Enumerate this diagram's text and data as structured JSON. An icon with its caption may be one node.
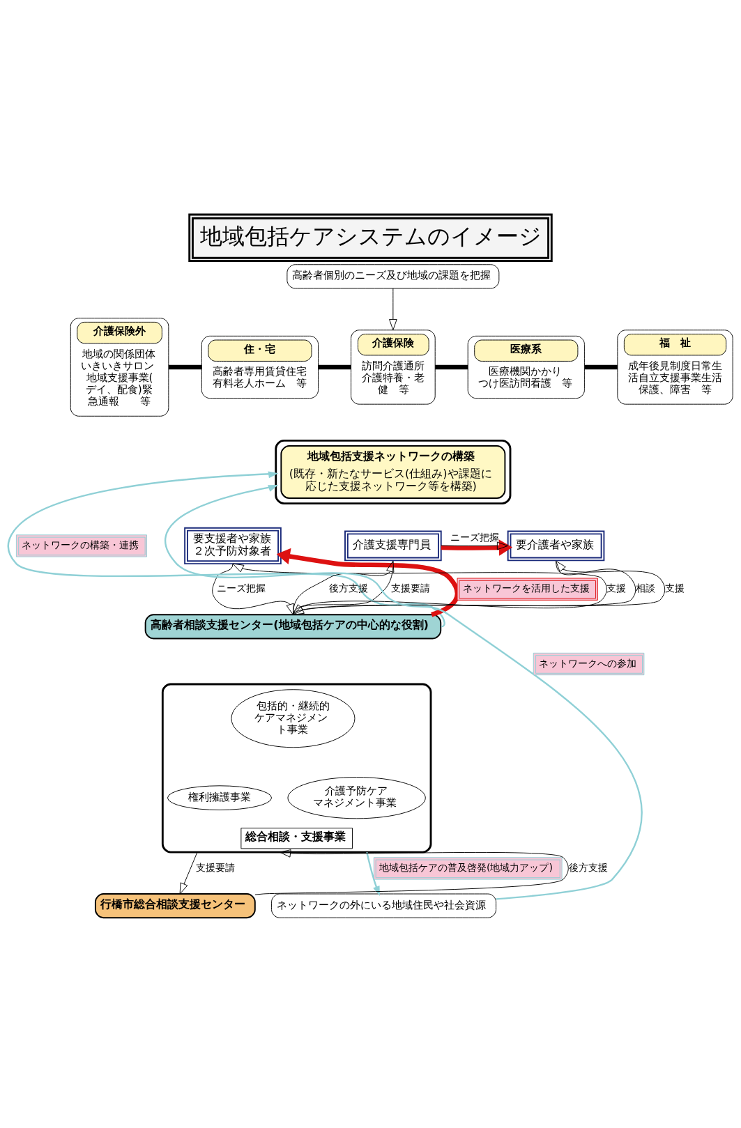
{
  "diagram": {
    "title": "地域包括ケアシステムのイメージ",
    "nodes": [
      {
        "text": [
          "高齢者個別のニーズ及び地域の課題を把握"
        ]
      },
      {
        "text": [],
        "shape": "ellipse"
      },
      {
        "text": [
          "介護保険外",
          "地域の関係団体いきいきサロン地域支援事業(デイ、配食)緊急通報　　等"
        ]
      },
      {
        "text": [
          "住・宅",
          "高齢者専用賃貸住宅有料老人ホーム　等"
        ]
      },
      {
        "text": [
          "介護保険",
          "訪問介護通所介護特養・老健　等"
        ]
      },
      {
        "text": [
          "医療系",
          "医療機関かかりつけ医訪問看護　等"
        ]
      },
      {
        "text": [
          "福　祉",
          "成年後見制度日常生活自立支援事業生活保護、障害　等"
        ]
      },
      {
        "text": [
          "地域包括支援ネットワークの構築",
          "(既存・新たなサービス(仕組み)や課題に応じた支援ネットワーク等を構築)"
        ],
        "in": 1
      },
      {
        "text": [
          "要支援者や家族２次予防対象者"
        ]
      },
      {
        "text": [
          "介護支援専門員"
        ]
      },
      {
        "text": [
          "要介護者や家族"
        ]
      },
      {
        "text": [
          "高齢者相談支援センター(地域包括ケアの中心的な役割)"
        ]
      },
      {
        "text": [
          "総合相談・支援事業"
        ]
      },
      {
        "text": [
          "包括的・継続的ケアマネジメント事業"
        ],
        "in": 12
      },
      {
        "text": [
          "権利擁護事業"
        ],
        "in": 12
      },
      {
        "text": [
          "介護予防ケアマネジメント事業"
        ],
        "in": 12
      },
      {
        "text": [
          "行橋市総合相談支援センター"
        ]
      },
      {
        "text": [
          "ネットワークの外にいる地域住民や社会資源"
        ]
      }
    ],
    "edges": [
      {
        "from": 0,
        "to": 4,
        "arrow": "to"
      },
      {
        "from": 2,
        "to": 3,
        "arrow": "none",
        "style": "thick"
      },
      {
        "from": 3,
        "to": 4,
        "arrow": "none",
        "style": "thick"
      },
      {
        "from": 4,
        "to": 5,
        "arrow": "none",
        "style": "thick"
      },
      {
        "from": 5,
        "to": 6,
        "arrow": "none",
        "style": "thick"
      },
      {
        "from": 11,
        "to": 8,
        "arrow": "to",
        "label": "ネットワークを活用した支援",
        "style": "thick",
        "color": "#dd1111"
      },
      {
        "from": 9,
        "to": 10,
        "arrow": "to",
        "style": "thick",
        "color": "#dd1111"
      },
      {
        "from": 8,
        "to": 11,
        "arrow": "to",
        "label": "ニーズ把握"
      },
      {
        "from": 9,
        "to": 10,
        "arrow": "to",
        "label": "ニーズ把握"
      },
      {
        "from": 11,
        "to": 8,
        "arrow": "to",
        "label": "支援"
      },
      {
        "from": 9,
        "to": 11,
        "arrow": "to",
        "label": "支援要請"
      },
      {
        "from": 11,
        "to": 9,
        "arrow": "to",
        "label": "後方支援"
      },
      {
        "from": 10,
        "to": 11,
        "arrow": "to",
        "label": "相談"
      },
      {
        "from": 11,
        "to": 10,
        "arrow": "to",
        "label": "支援"
      },
      {
        "from": 12,
        "to": 16,
        "arrow": "to",
        "label": "支援要請"
      },
      {
        "from": 16,
        "to": 12,
        "arrow": "to",
        "label": "後方支援"
      },
      {
        "from": 17,
        "to": 1,
        "arrow": "to",
        "label": "ネットワークへの参加",
        "color": "#8fd0d6"
      },
      {
        "from": 11,
        "to": 1,
        "arrow": "to",
        "label": "ネットワークの構築・連携",
        "color": "#8fd0d6"
      },
      {
        "from": 12,
        "to": 17,
        "arrow": "to",
        "label": "地域包括ケアの普及啓発(地域力アップ)",
        "color": "#8fd0d6"
      }
    ]
  }
}
